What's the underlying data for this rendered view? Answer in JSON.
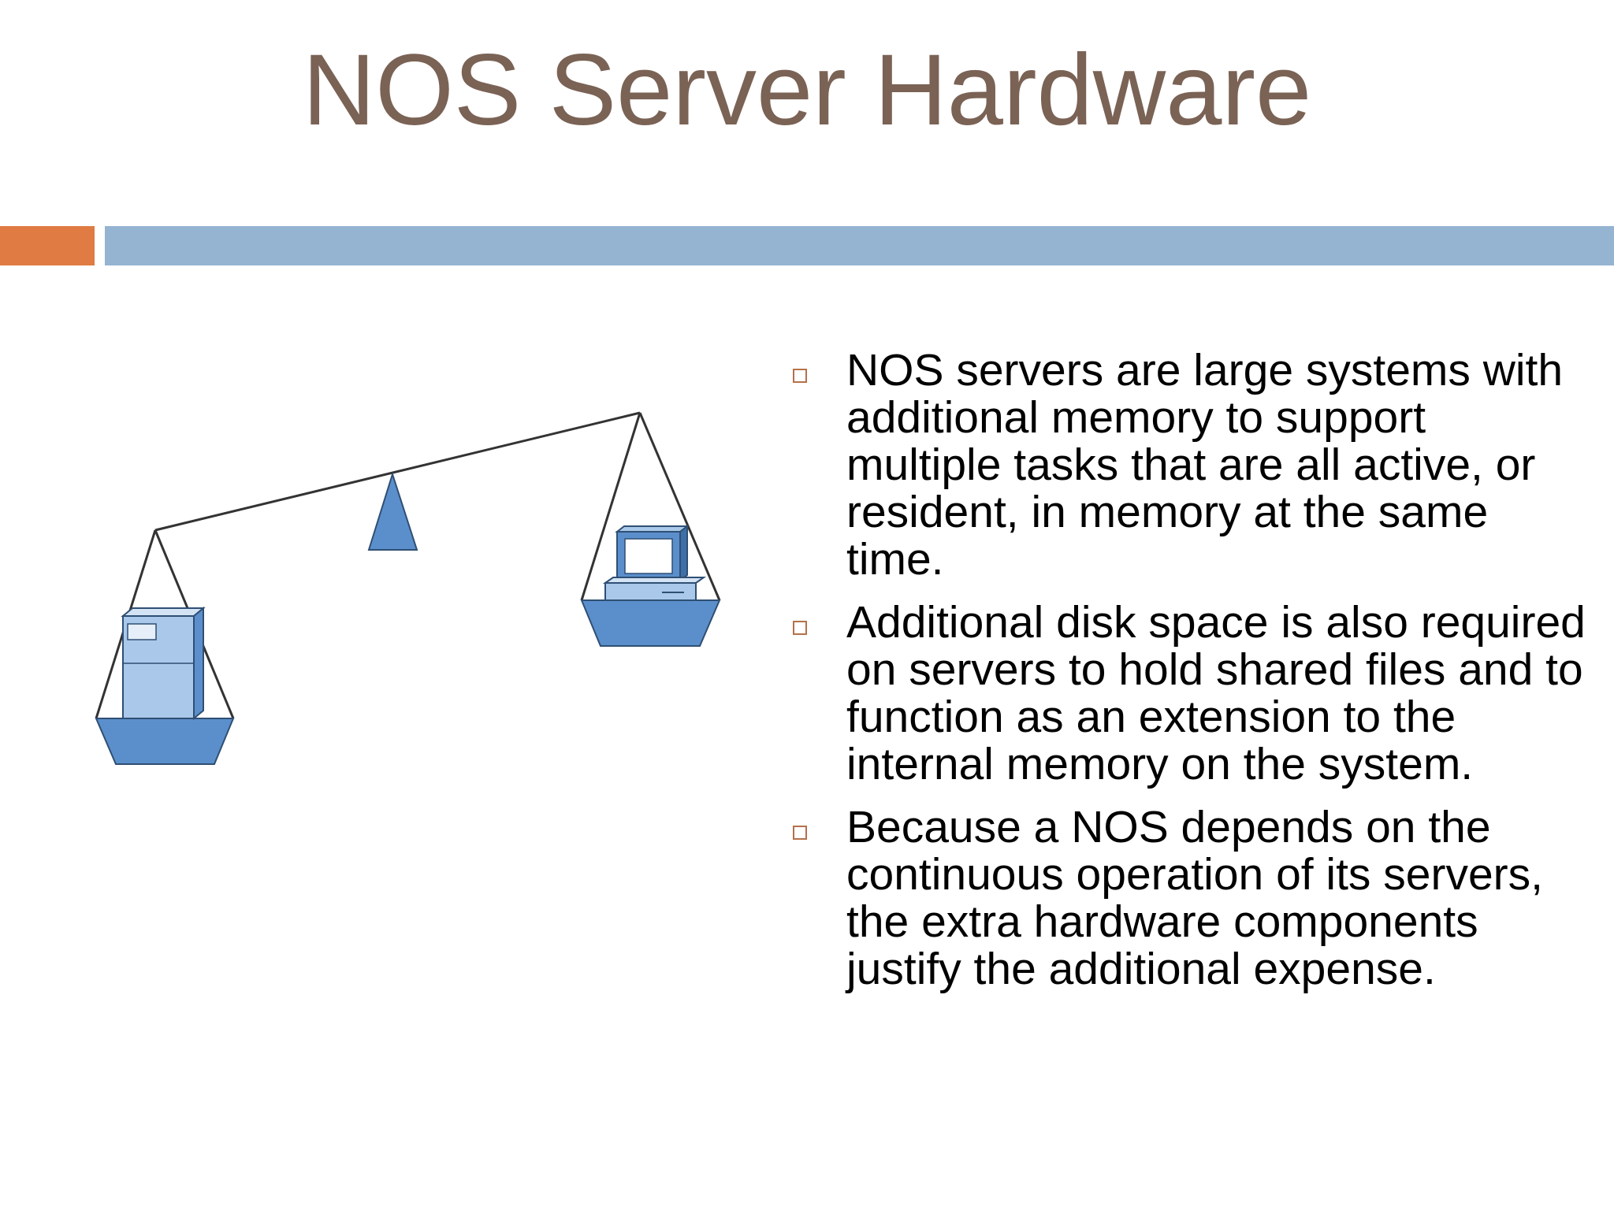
{
  "slide": {
    "title": "NOS Server Hardware",
    "colors": {
      "title": "#7a6255",
      "accent_orange": "#e07b43",
      "accent_blue": "#94b4d2",
      "bullet_marker": "#b5714a",
      "illustration_blue": "#5b8fcc"
    },
    "illustration": {
      "description_icons": [
        "balance-scale-icon",
        "tower-server-icon",
        "desktop-computer-icon"
      ]
    },
    "bullets": [
      "NOS servers are large systems with additional memory to support multiple tasks that are all active, or resident, in memory at the same time.",
      "Additional disk space is also required on servers to hold shared files and to function as an extension to the internal memory on the system.",
      "Because a NOS depends on the continuous operation of its servers, the extra hardware components justify the additional expense."
    ]
  }
}
